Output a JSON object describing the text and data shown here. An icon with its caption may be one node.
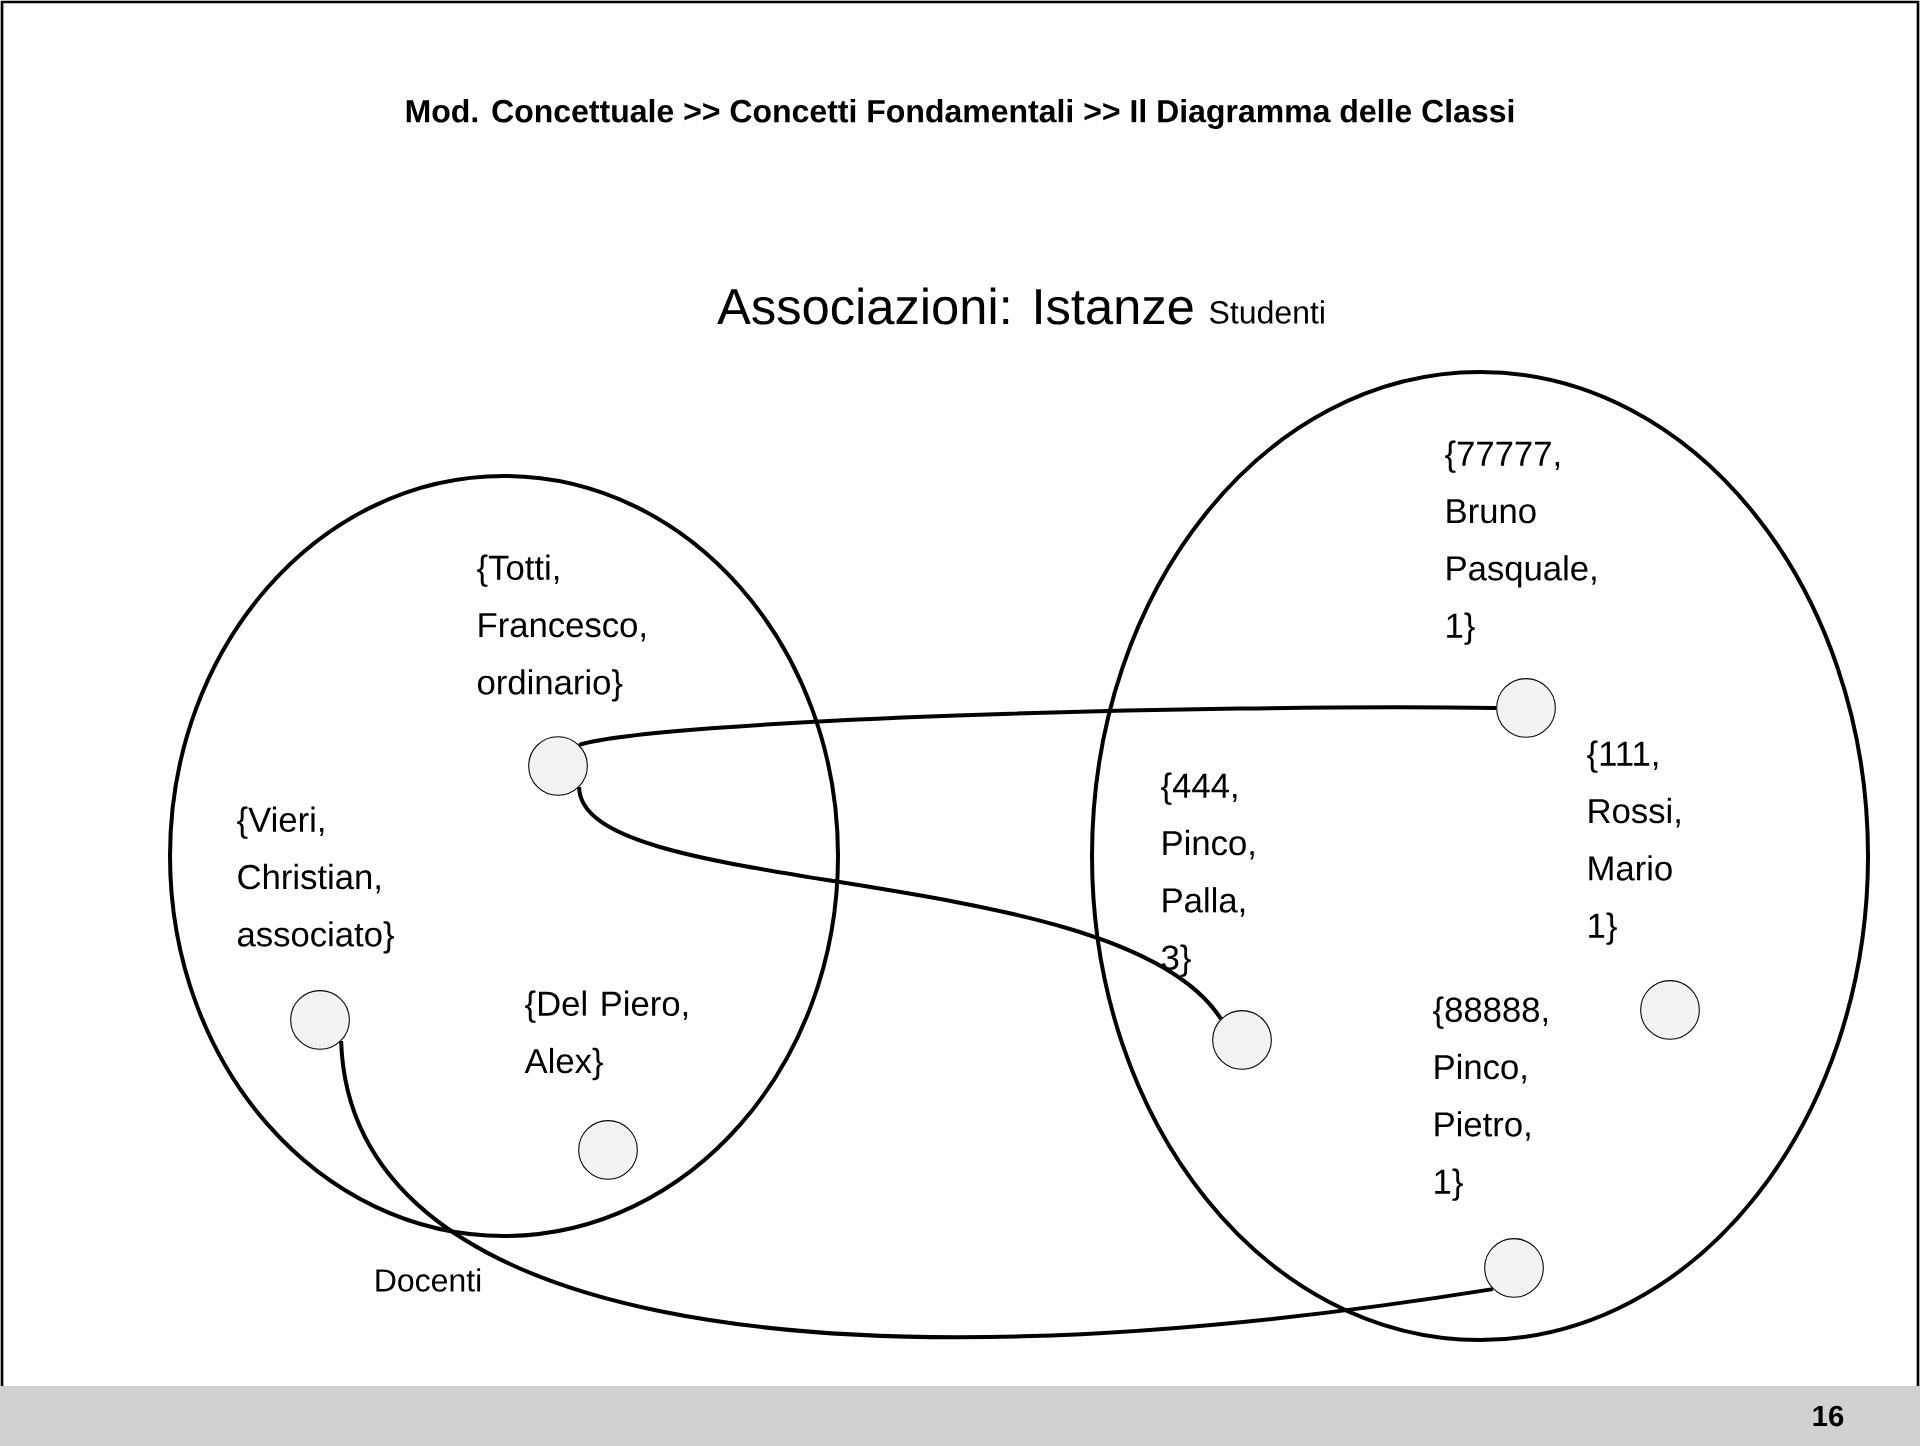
{
  "diagram": {
    "title": "Associazioni: Istanze",
    "nodes": [
      {
        "text": [
          "Docenti"
        ]
      },
      {
        "text": [],
        "shape": "circle",
        "in": 0,
        "beside": [
          "{Totti, Francesco, ordinario}"
        ]
      },
      {
        "text": [],
        "shape": "circle",
        "in": 0,
        "beside": [
          "{Vieri, Christian, associato}"
        ]
      },
      {
        "text": [],
        "shape": "circle",
        "in": 0,
        "beside": [
          "{Del Piero, Alex}"
        ]
      },
      {
        "text": [
          "Studenti"
        ]
      },
      {
        "text": [],
        "shape": "circle",
        "in": 4,
        "beside": [
          "{77777, Bruno Pasquale, 1}"
        ]
      },
      {
        "text": [],
        "shape": "circle",
        "in": 4,
        "beside": [
          "{444, Pinco, Palla, 3}"
        ]
      },
      {
        "text": [],
        "shape": "circle",
        "in": 4,
        "beside": [
          "{111, Rossi, Mario 1}"
        ]
      },
      {
        "text": [],
        "shape": "circle",
        "in": 4,
        "beside": [
          "{88888, Pinco, Pietro, 1}"
        ]
      }
    ],
    "edges": [
      {
        "from": 1,
        "to": 5,
        "arrow": "none"
      },
      {
        "from": 1,
        "to": 6,
        "arrow": "none"
      },
      {
        "from": 2,
        "to": 8,
        "arrow": "none"
      }
    ],
    "labels": [
      "Mod. Concettuale >> Concetti Fondamentali >> Il Diagramma delle Classi",
      "16"
    ]
  }
}
